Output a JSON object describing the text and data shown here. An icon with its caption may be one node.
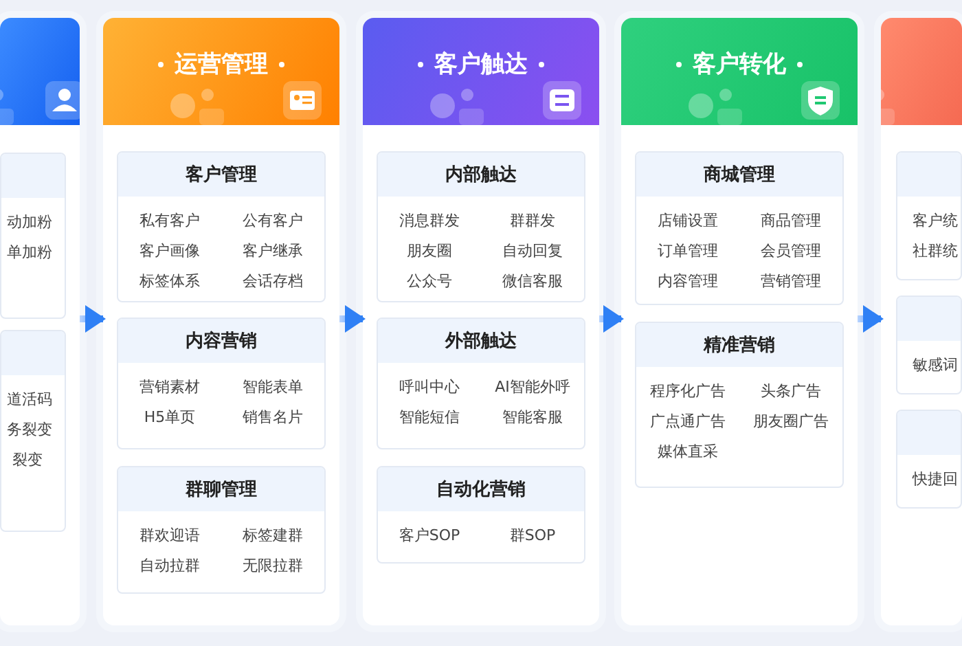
{
  "diagram": {
    "nodes": [
      {
        "text": [],
        "shape": "box"
      },
      {
        "text": [
          "动加粉",
          "单加粉"
        ],
        "in": 0
      },
      {
        "text": [
          "道活码",
          "务裂变",
          "裂变"
        ],
        "in": 0
      },
      {
        "text": [
          "运营管理"
        ]
      },
      {
        "text": [
          "客户管理",
          "私有客户",
          "公有客户",
          "客户画像",
          "客户继承",
          "标签体系",
          "会话存档"
        ],
        "in": 3
      },
      {
        "text": [
          "内容营销",
          "营销素材",
          "智能表单",
          "H5单页",
          "销售名片"
        ],
        "in": 3
      },
      {
        "text": [
          "群聊管理",
          "群欢迎语",
          "标签建群",
          "自动拉群",
          "无限拉群"
        ],
        "in": 3
      },
      {
        "text": [
          "客户触达"
        ]
      },
      {
        "text": [
          "内部触达",
          "消息群发",
          "群群发",
          "朋友圈",
          "自动回复",
          "公众号",
          "微信客服"
        ],
        "in": 7
      },
      {
        "text": [
          "外部触达",
          "呼叫中心",
          "AI智能外呼",
          "智能短信",
          "智能客服"
        ],
        "in": 7
      },
      {
        "text": [
          "自动化营销",
          "客户SOP",
          "群SOP"
        ],
        "in": 7
      },
      {
        "text": [
          "客户转化"
        ]
      },
      {
        "text": [
          "商城管理",
          "店铺设置",
          "商品管理",
          "订单管理",
          "会员管理",
          "内容管理",
          "营销管理"
        ],
        "in": 11
      },
      {
        "text": [
          "精准营销",
          "程序化广告",
          "头条广告",
          "广点通广告",
          "朋友圈广告",
          "媒体直采"
        ],
        "in": 11
      },
      {
        "text": [],
        "shape": "box"
      },
      {
        "text": [
          "客户统",
          "社群统"
        ],
        "in": 14
      },
      {
        "text": [
          "敏感词"
        ],
        "in": 14
      },
      {
        "text": [
          "快捷回"
        ],
        "in": 14
      }
    ],
    "edges": [
      {
        "from": 0,
        "to": 3,
        "arrow": "to"
      },
      {
        "from": 3,
        "to": 7,
        "arrow": "to"
      },
      {
        "from": 7,
        "to": 11,
        "arrow": "to"
      },
      {
        "from": 11,
        "to": 14,
        "arrow": "to"
      }
    ]
  }
}
